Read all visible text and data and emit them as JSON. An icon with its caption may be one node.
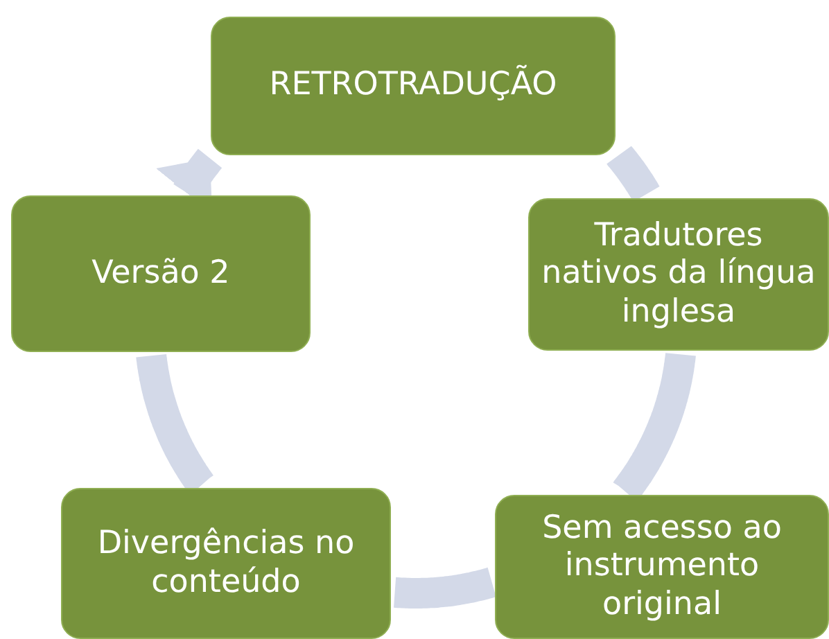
{
  "diagram": {
    "nodes": [
      {
        "text": [
          "RETROTRADUÇÃO"
        ]
      },
      {
        "text": [
          "Tradutores nativos da língua inglesa"
        ]
      },
      {
        "text": [
          "Sem acesso ao instrumento original"
        ]
      },
      {
        "text": [
          "Divergências no conteúdo"
        ]
      },
      {
        "text": [
          "Versão 2"
        ]
      }
    ],
    "edges": [
      {
        "from": 0,
        "to": 1,
        "arrow": "none"
      },
      {
        "from": 1,
        "to": 2,
        "arrow": "none"
      },
      {
        "from": 2,
        "to": 3,
        "arrow": "none"
      },
      {
        "from": 3,
        "to": 4,
        "arrow": "none"
      },
      {
        "from": 4,
        "to": 0,
        "arrow": "to"
      }
    ]
  }
}
